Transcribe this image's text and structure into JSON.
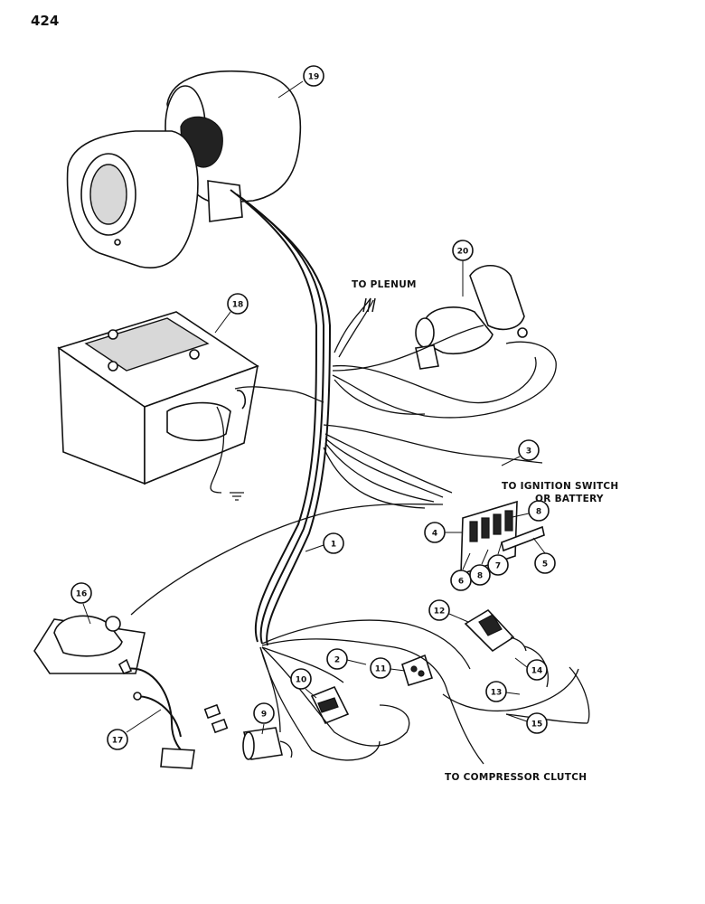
{
  "page_number": "424",
  "notes": {
    "plenum": "TO PLENUM",
    "ignition_line1": "TO IGNITION SWITCH",
    "ignition_line2": "OR BATTERY",
    "compressor": "TO COMPRESSOR CLUTCH"
  },
  "callouts": {
    "c1": "1",
    "c2": "2",
    "c3": "3",
    "c4": "4",
    "c5": "5",
    "c6": "6",
    "c7": "7",
    "c8a": "8",
    "c8b": "8",
    "c9": "9",
    "c10": "10",
    "c11": "11",
    "c12": "12",
    "c13": "13",
    "c14": "14",
    "c15": "15",
    "c16": "16",
    "c17": "17",
    "c18": "18",
    "c19": "19",
    "c20": "20"
  }
}
